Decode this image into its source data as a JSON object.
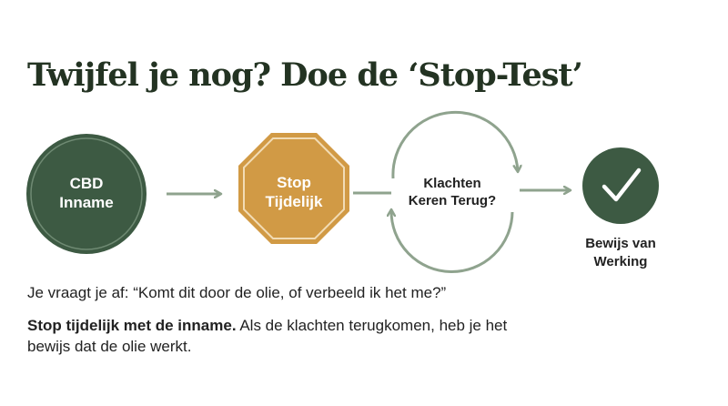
{
  "title": "Twijfel je nog? Doe de ‘Stop-Test’",
  "nodes": {
    "intake": {
      "line1": "CBD",
      "line2": "Inname"
    },
    "stop": {
      "line1": "Stop",
      "line2": "Tijdelijk"
    },
    "symptoms": {
      "line1": "Klachten",
      "line2": "Keren Terug?"
    },
    "proof": {
      "line1": "Bewijs van",
      "line2": "Werking"
    }
  },
  "text": {
    "question": "Je vraagt je af: “Komt dit door de olie, of verbeeld ik het me?”",
    "advice_bold": "Stop tijdelijk met de inname.",
    "advice_rest": " Als de klachten terugkomen, heb je het bewijs dat de olie werkt."
  },
  "colors": {
    "dark_green": "#3d5a43",
    "sage_green": "#8fa38e",
    "orange": "#d19a45",
    "title": "#233322"
  },
  "icons": {
    "proof": "checkmark-icon",
    "loop": "cycle-arrows-icon"
  }
}
